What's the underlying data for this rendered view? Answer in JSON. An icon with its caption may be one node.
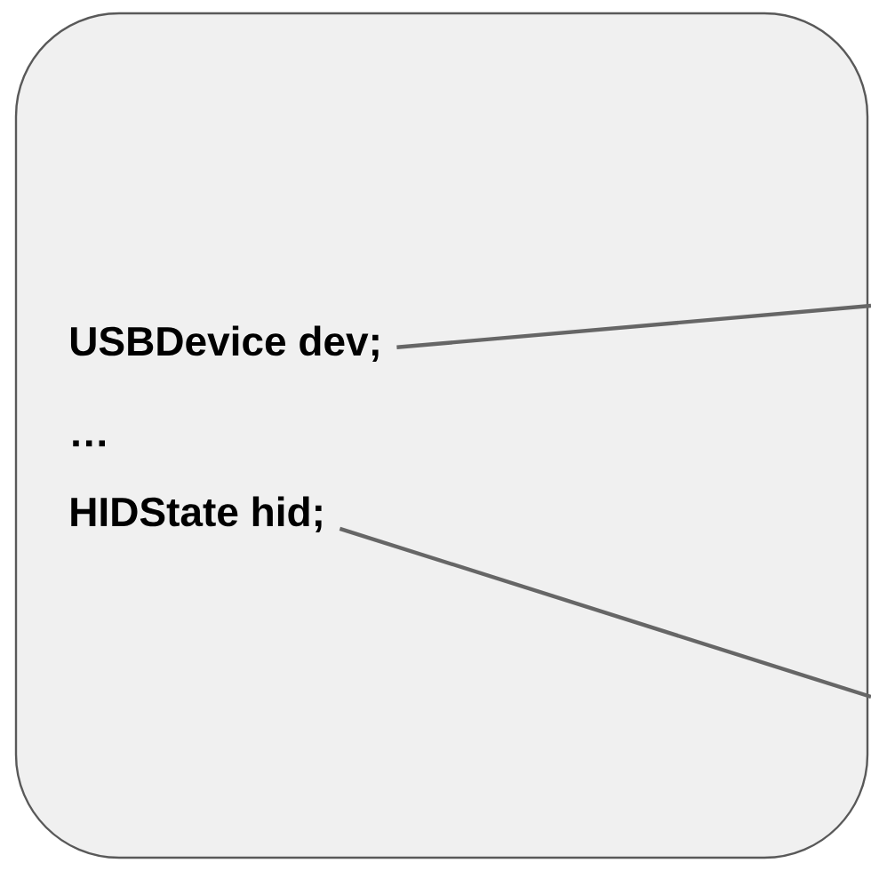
{
  "diagram": {
    "nodes": [
      {
        "text": [],
        "shape": "box"
      },
      {
        "text": [
          "USBDevice dev;"
        ],
        "in": 0
      },
      {
        "text": [
          "…"
        ],
        "in": 0
      },
      {
        "text": [
          "HIDState hid;"
        ],
        "in": 0
      }
    ],
    "edges": [
      {
        "from": 1,
        "to": null,
        "arrow": "none"
      },
      {
        "from": 3,
        "to": null,
        "arrow": "none"
      }
    ]
  }
}
